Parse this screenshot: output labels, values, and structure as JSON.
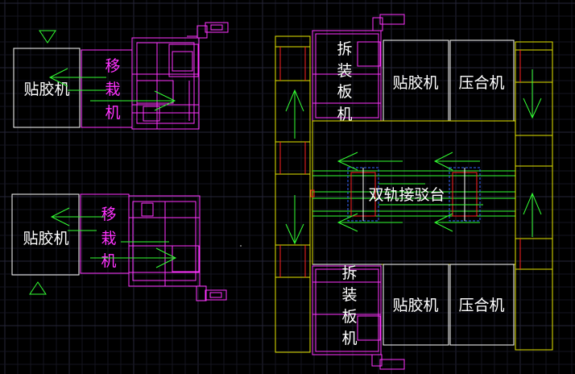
{
  "colors": {
    "background": "#000000",
    "grid_minor": "#15151f",
    "grid_major": "#262638",
    "machine_white": "#ffffff",
    "transfer_magenta": "#ff33ff",
    "arrow_green": "#33ff33",
    "frame_yellow": "#e6e600",
    "accent_red": "#ff2222",
    "fixture_blue": "#3366ff"
  },
  "labels": {
    "glue_machine": "贴胶机",
    "transfer_machine": "移栽机",
    "unloader": "拆装板机",
    "press_machine": "压合机",
    "dual_rail_station": "双轨接驳台"
  },
  "icons": {
    "flow_arrow": "green-arrow-icon",
    "marker": "green-triangle-icon"
  }
}
